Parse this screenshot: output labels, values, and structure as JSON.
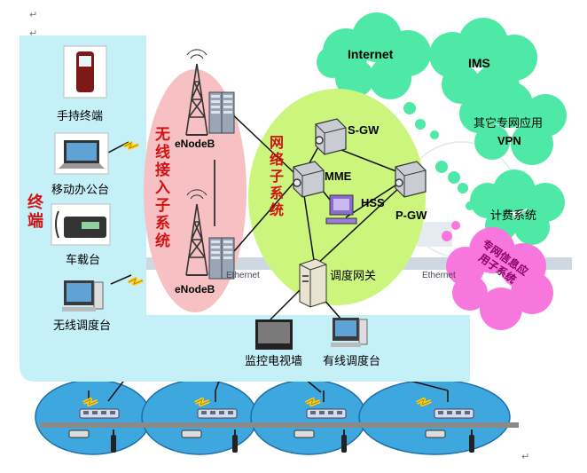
{
  "terminal_group": {
    "title": "终端",
    "devices": [
      "手持终端",
      "移动办公台",
      "车载台",
      "无线调度台"
    ]
  },
  "radio_access": {
    "title": "无线接入子系统",
    "nodes": [
      "eNodeB",
      "eNodeB"
    ]
  },
  "core_network": {
    "title": "网络子系统",
    "nodes": [
      "S-GW",
      "MME",
      "HSS",
      "P-GW",
      "调度网关"
    ]
  },
  "external_clouds": [
    "Internet",
    "IMS",
    "其它专网应用",
    "VPN",
    "计费系统"
  ],
  "pink_cloud": "专网信息应用子系统",
  "wired_devices": [
    "监控电视墙",
    "有线调度台"
  ],
  "background_text": [
    "Ethernet",
    "Ethernet"
  ],
  "colors": {
    "terminal_panel": "#c5f0f7",
    "radio_ellipse": "#f7c1c4",
    "core_ellipse": "#ccf57e",
    "cloud_green": "#4ee8a7",
    "pink_cloud": "#f877dc",
    "title_red": "#d11313",
    "cells": "#3ea8de"
  },
  "icons": [
    "mobile-phone-icon",
    "laptop-icon",
    "radio-icon",
    "computer-icon",
    "tower-icon",
    "router-icon",
    "server-icon",
    "train-icon",
    "handset-icon",
    "lightning-icon"
  ]
}
